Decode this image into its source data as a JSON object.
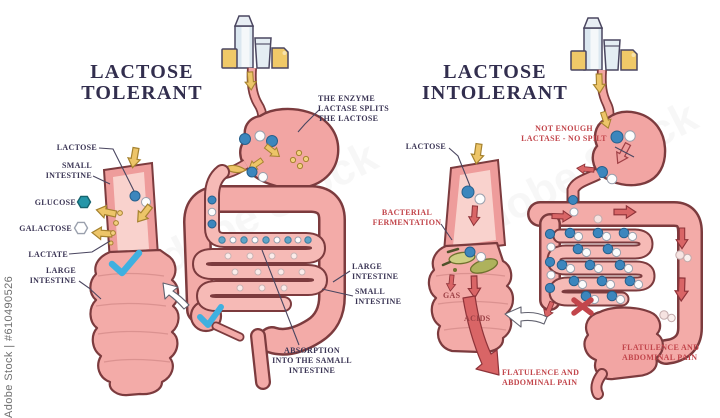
{
  "watermark": {
    "side": "Adobe Stock | #610490526",
    "ghost": "Adobe Stock"
  },
  "tolerant": {
    "title": [
      "LACTOSE",
      "TOLERANT"
    ],
    "lactose_label": "LACTOSE",
    "small_intestine_label": [
      "SMALL",
      "INTESTINE"
    ],
    "glucose_label": "GLUCOSE",
    "galactose_label": "GALACTOSE",
    "lactate_label": "LACTATE",
    "large_intestine_label": [
      "LARGE",
      "INTESTINE"
    ],
    "enzyme_note": [
      "THE ENZYME",
      "LACTASE SPLITS",
      "THE LACTOSE"
    ],
    "large_intestine_note": [
      "LARGE",
      "INTESTINE"
    ],
    "small_intestine_note": [
      "SMALL",
      "INTESTINE"
    ],
    "absorption_note": [
      "ABSORPTION",
      "INTO THE SAMALL",
      "INTESTINE"
    ],
    "result_icon": "check-mark"
  },
  "intolerant": {
    "title": [
      "LACTOSE",
      "INTOLERANT"
    ],
    "lactose_label": "LACTOSE",
    "not_enough_note": [
      "NOT ENOUGH",
      "LACTASE - NO SPILT"
    ],
    "bacterial_note": [
      "BACTERIAL",
      "FERMENTATION"
    ],
    "gas_label": "GAS",
    "acids_label": "ACIDS",
    "flatulence_center_note": [
      "FLATULENCE AND",
      "ABDOMINAL PAIN"
    ],
    "flatulence_right_note": [
      "FLATULENCE AND",
      "ABDOMINAL PAIN"
    ],
    "result_icon": "cross-mark"
  },
  "icons": {
    "glucose_icon": "hexagon-teal",
    "galactose_icon": "hexagon-white",
    "dairy_icon": "milk-carton-glass-cheese"
  },
  "colors": {
    "ink": "#3a3454",
    "title_ink": "#322e4e",
    "accent_red": "#c2454b",
    "outline": "#7c3b3e",
    "body_pink": "#f3aba8",
    "stomach_pink": "#f2a5a3",
    "arrow_yellow": "#edc568",
    "molecule_blue": "#3c86bd",
    "glucose_teal": "#2596a8",
    "check_blue": "#3fb0e0",
    "bacteria_olive": "#aeb25c"
  }
}
